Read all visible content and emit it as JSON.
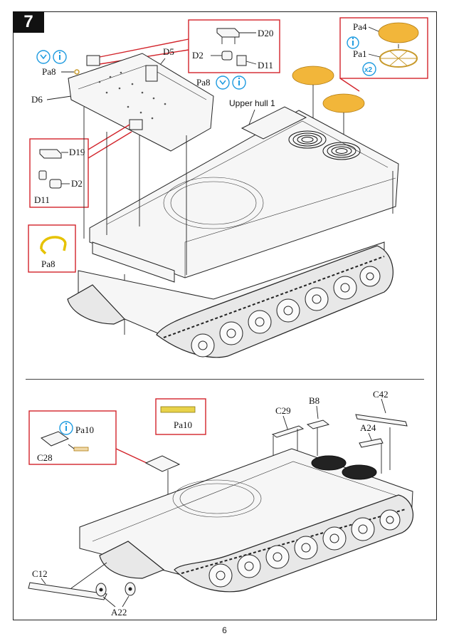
{
  "step": {
    "number": "7"
  },
  "page": {
    "number": "6"
  },
  "labels": {
    "d20": "D20",
    "d2_top": "D2",
    "d11_top": "D11",
    "d5": "D5",
    "pa8_left": "Pa8",
    "pa8_center": "Pa8",
    "d6": "D6",
    "d19": "D19",
    "d2_mid": "D2",
    "d11_mid": "D11",
    "pa8_box": "Pa8",
    "pa4": "Pa4",
    "pa1": "Pa1",
    "x2": "x2",
    "upper_hull": "Upper hull 1",
    "pa10_box": "Pa10",
    "pa10_inset": "Pa10",
    "c28": "C28",
    "c29": "C29",
    "b8": "B8",
    "c42": "C42",
    "a24": "A24",
    "c12": "C12",
    "a22": "A22"
  },
  "colors": {
    "callout_red": "#d2232a",
    "icon_cyan": "#1e9be0",
    "photo_etch_gold": "#f2b63a",
    "step_badge": "#111111"
  },
  "icons": [
    "bend-down-icon",
    "info-icon"
  ]
}
